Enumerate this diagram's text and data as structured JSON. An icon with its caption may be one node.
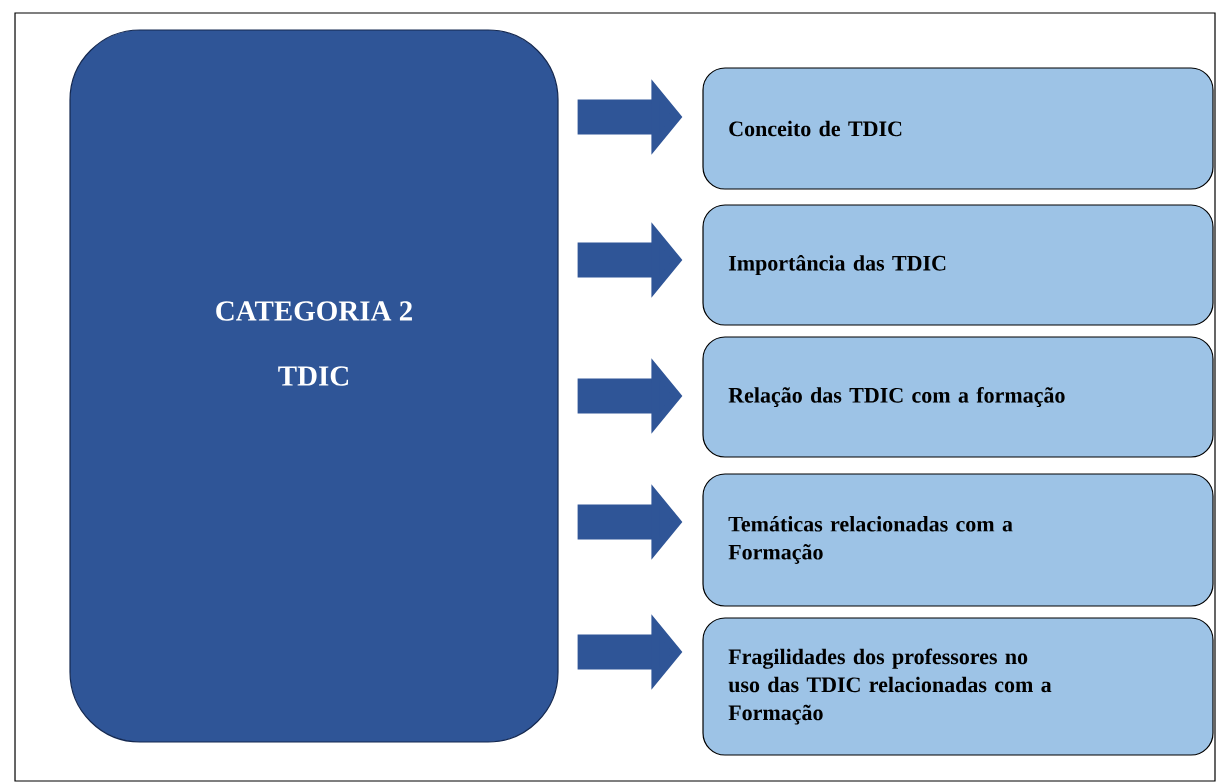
{
  "diagram": {
    "nodes": [
      {
        "text": [
          "CATEGORIA 2",
          "TDIC"
        ]
      },
      {
        "text": [
          "Conceito de TDIC"
        ]
      },
      {
        "text": [
          "Importância das TDIC"
        ]
      },
      {
        "text": [
          "Relação das TDIC com a formação"
        ]
      },
      {
        "text": [
          "Temáticas relacionadas com a Formação"
        ]
      },
      {
        "text": [
          "Fragilidades dos professores no uso das TDIC relacionadas com a Formação"
        ]
      }
    ],
    "edges": [
      {
        "from": 0,
        "to": 1,
        "arrow": "to"
      },
      {
        "from": 0,
        "to": 2,
        "arrow": "to"
      },
      {
        "from": 0,
        "to": 3,
        "arrow": "to"
      },
      {
        "from": 0,
        "to": 4,
        "arrow": "to"
      },
      {
        "from": 0,
        "to": 5,
        "arrow": "to"
      }
    ]
  }
}
